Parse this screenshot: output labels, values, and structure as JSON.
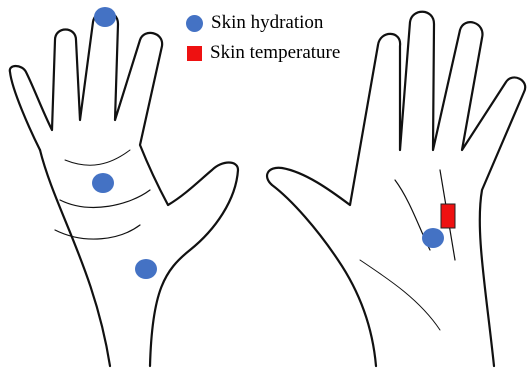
{
  "legend": {
    "hydration": {
      "label": "Skin hydration",
      "color": "#4472c4"
    },
    "temperature": {
      "label": "Skin temperature",
      "color": "#ee1111"
    }
  },
  "sensors": {
    "hydration_count": 4,
    "temperature_count": 1
  }
}
